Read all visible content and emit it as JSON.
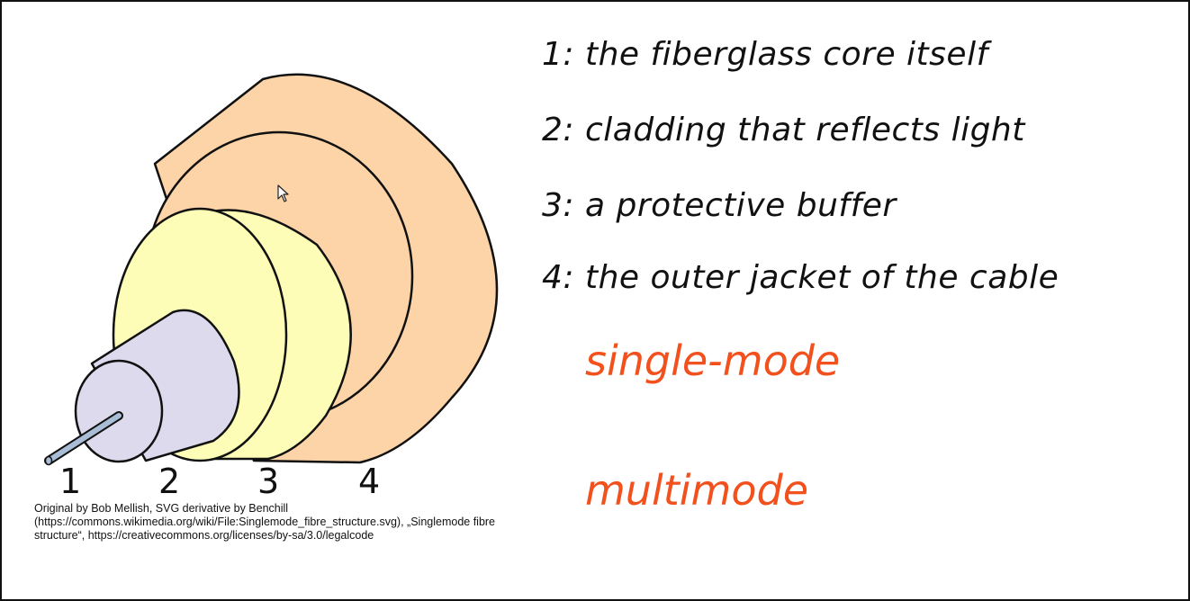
{
  "diagram": {
    "numbers": [
      "1",
      "2",
      "3",
      "4"
    ]
  },
  "credit": "Original by Bob Mellish, SVG derivative by Benchill (https://commons.wikimedia.org/wiki/File:Singlemode_fibre_structure.svg), „Singlemode fibre structure“, https://creativecommons.org/licenses/by-sa/3.0/legalcode",
  "legend": [
    "1: the fiberglass core itself",
    "2: cladding that reflects light",
    "3: a protective buffer",
    "4: the outer jacket of the cable"
  ],
  "modes": [
    "single-mode",
    "multimode"
  ],
  "colors": {
    "jacket": "#fcd4a8",
    "buffer": "#fdfdb8",
    "cladding": "#dcdaec",
    "core": "#a9bdd6",
    "mode_text": "#f2501c",
    "outline": "#111111"
  }
}
